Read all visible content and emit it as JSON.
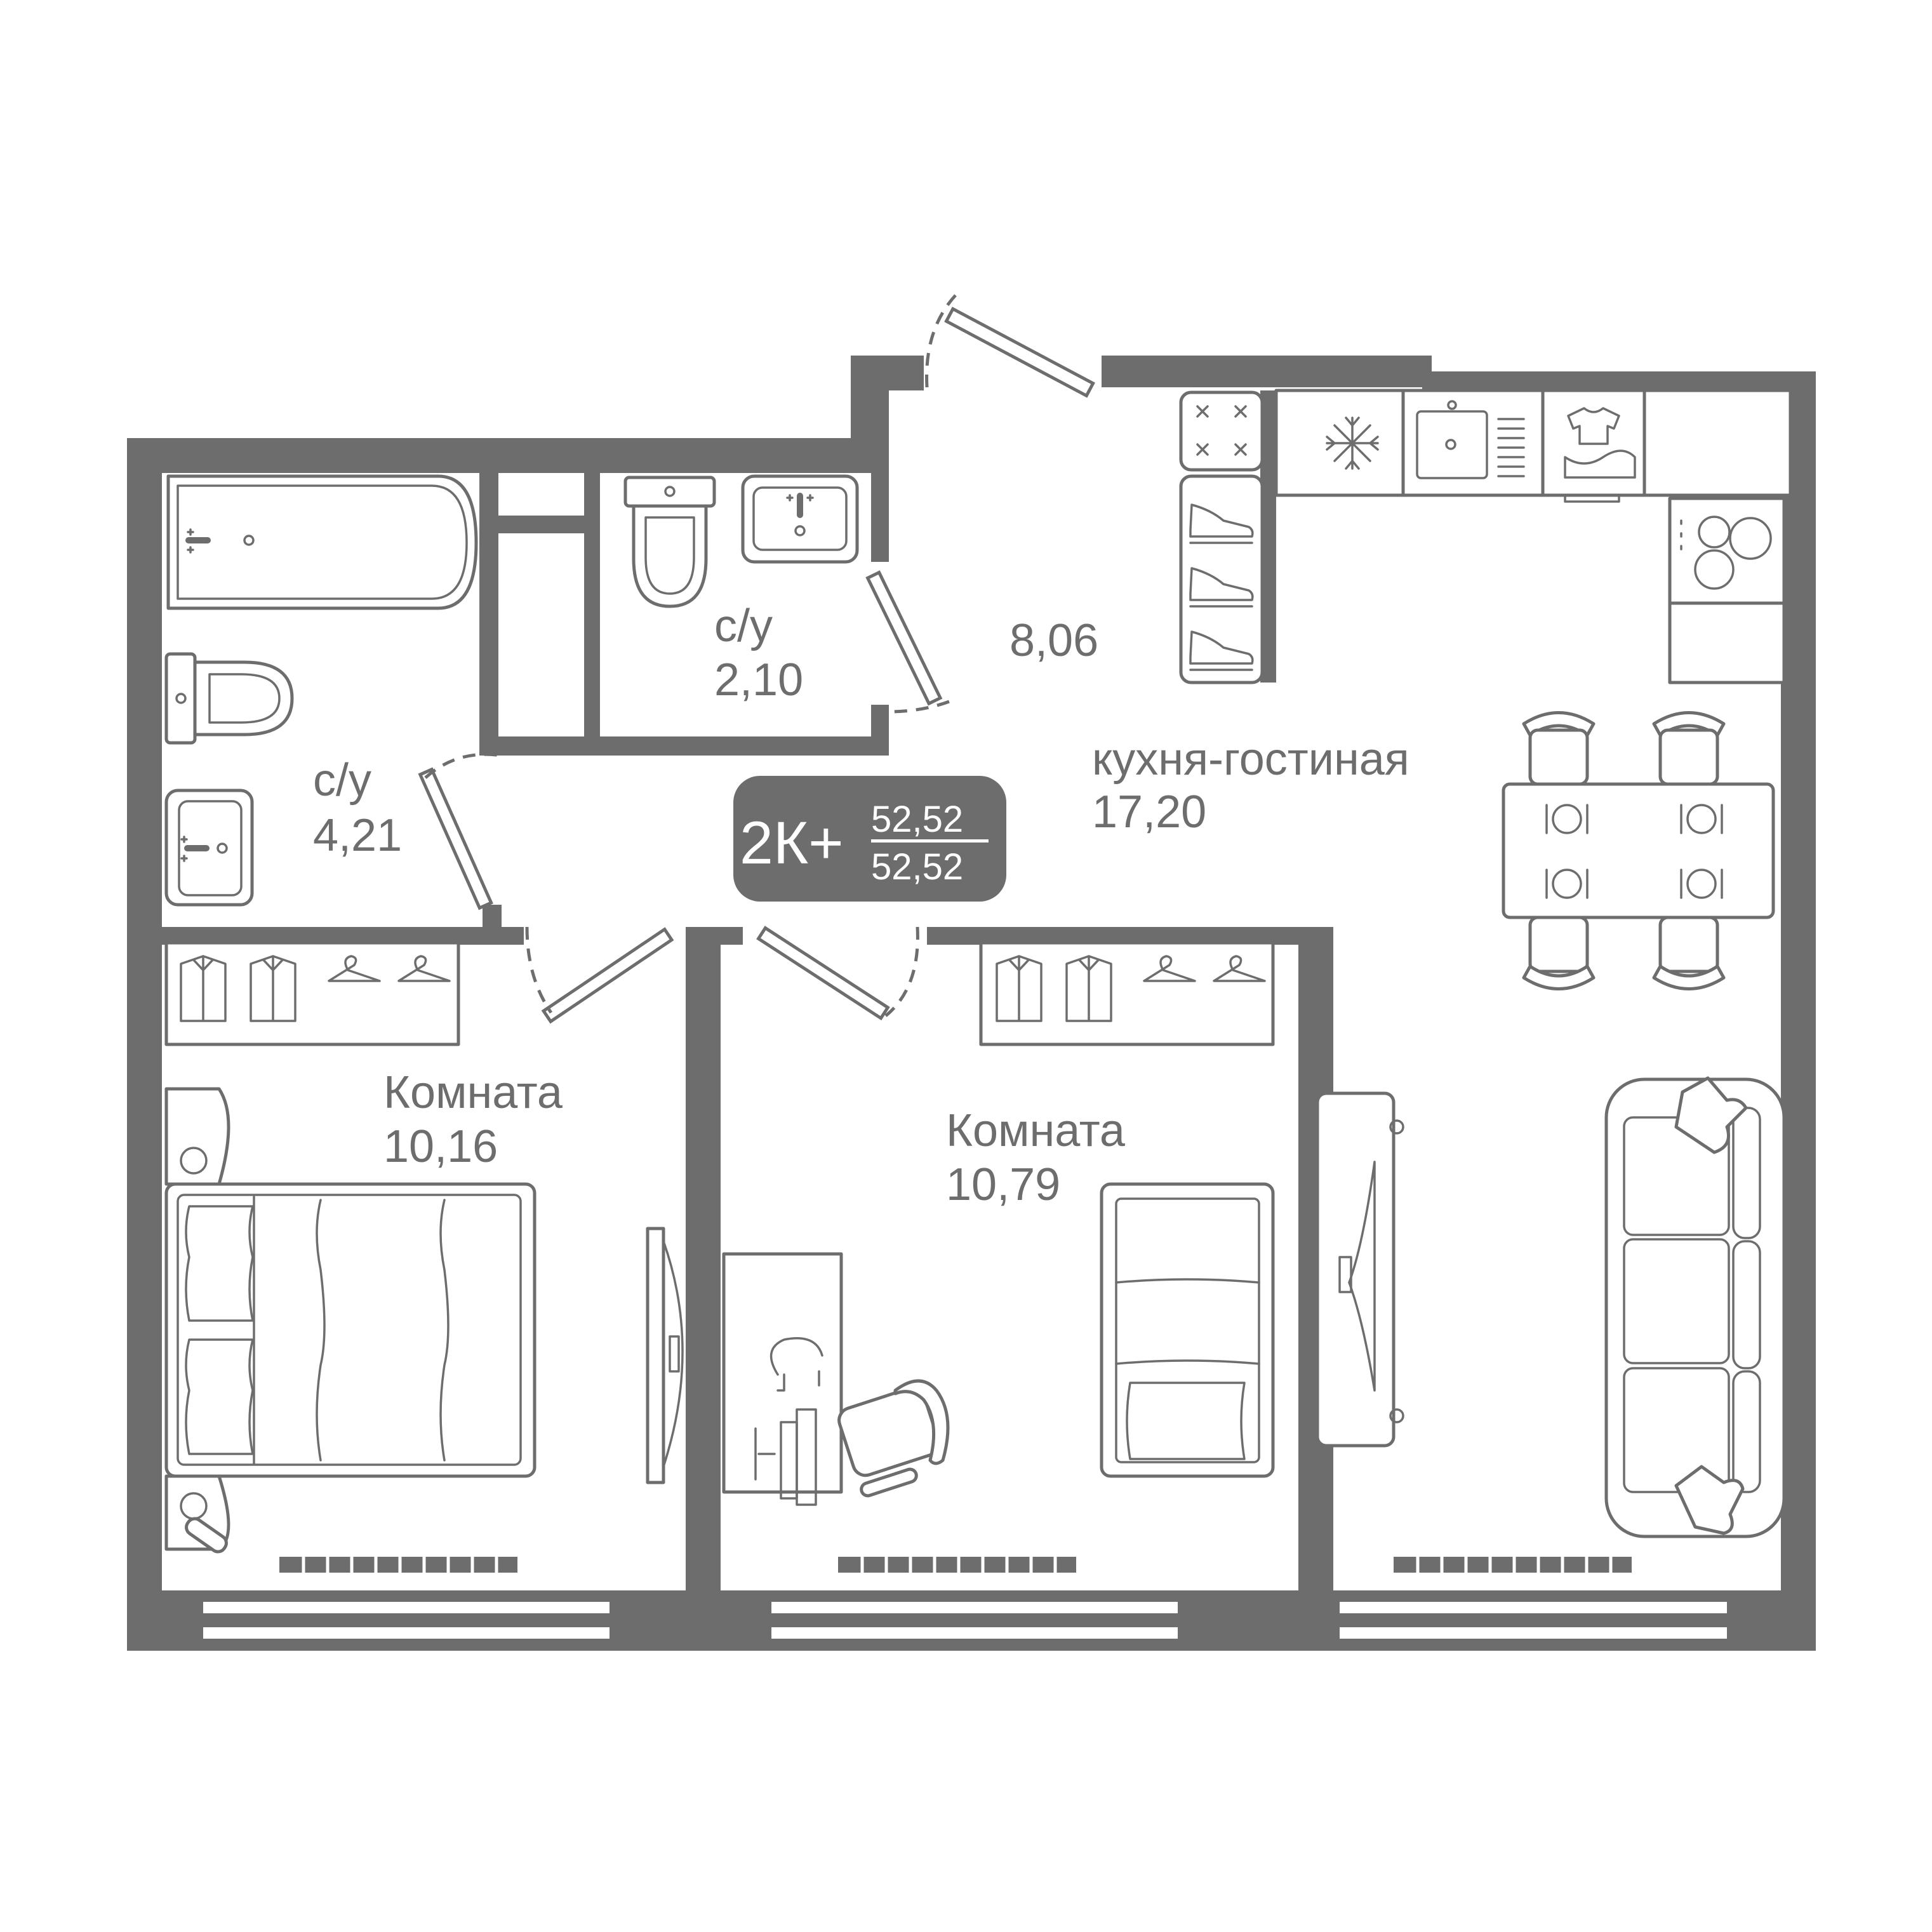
{
  "badge": {
    "rooms": "2К+",
    "area_total": "52,52",
    "area_living": "52,52"
  },
  "rooms": [
    {
      "id": "bathroom-large",
      "name": "с/у",
      "area": "4,21"
    },
    {
      "id": "bathroom-small",
      "name": "с/у",
      "area": "2,10"
    },
    {
      "id": "hallway",
      "name": "",
      "area": "8,06"
    },
    {
      "id": "kitchen-living",
      "name": "кухня-гостиная",
      "area": "17,20"
    },
    {
      "id": "bedroom-left",
      "name": "Комната",
      "area": "10,16"
    },
    {
      "id": "bedroom-middle",
      "name": "Комната",
      "area": "10,79"
    }
  ],
  "colors": {
    "wall": "#6d6d6d",
    "background": "#ffffff",
    "badge_fill": "#6d6d6d",
    "badge_text": "#ffffff"
  },
  "icons": [
    "bathtub-icon",
    "toilet-icon",
    "sink-icon",
    "shoe-rack-icon",
    "stove-icon",
    "fridge-icon",
    "kitchen-sink-icon",
    "washer-icon",
    "cooktop-icon",
    "dining-table-icon",
    "chair-icon",
    "sofa-icon",
    "tv-unit-icon",
    "wardrobe-icon",
    "double-bed-icon",
    "single-bed-icon",
    "desk-icon",
    "office-chair-icon",
    "radiator-icon",
    "window-icon",
    "door-icon"
  ]
}
